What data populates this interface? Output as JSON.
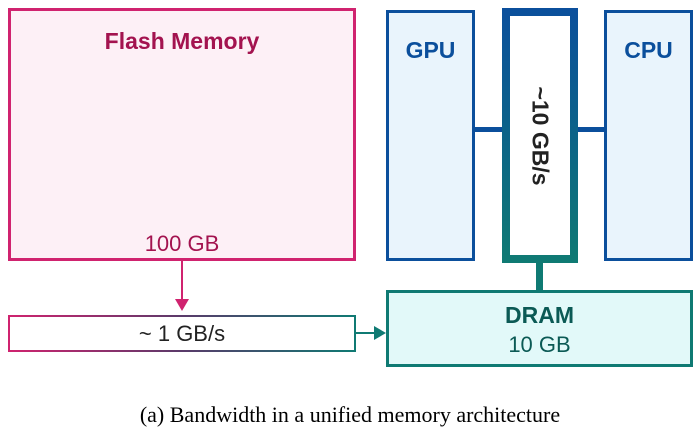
{
  "diagram": {
    "flash": {
      "title": "Flash Memory",
      "size": "100 GB",
      "color": "#d0236f"
    },
    "flash_to_dram_bandwidth": "~ 1 GB/s",
    "gpu": {
      "label": "GPU"
    },
    "cpu": {
      "label": "CPU"
    },
    "bus": {
      "bandwidth": "~10 GB/s"
    },
    "dram": {
      "title": "DRAM",
      "size": "10 GB",
      "color": "#0f7a73"
    },
    "processor_color": "#0b4f9c"
  },
  "caption": "(a) Bandwidth in a unified memory architecture"
}
